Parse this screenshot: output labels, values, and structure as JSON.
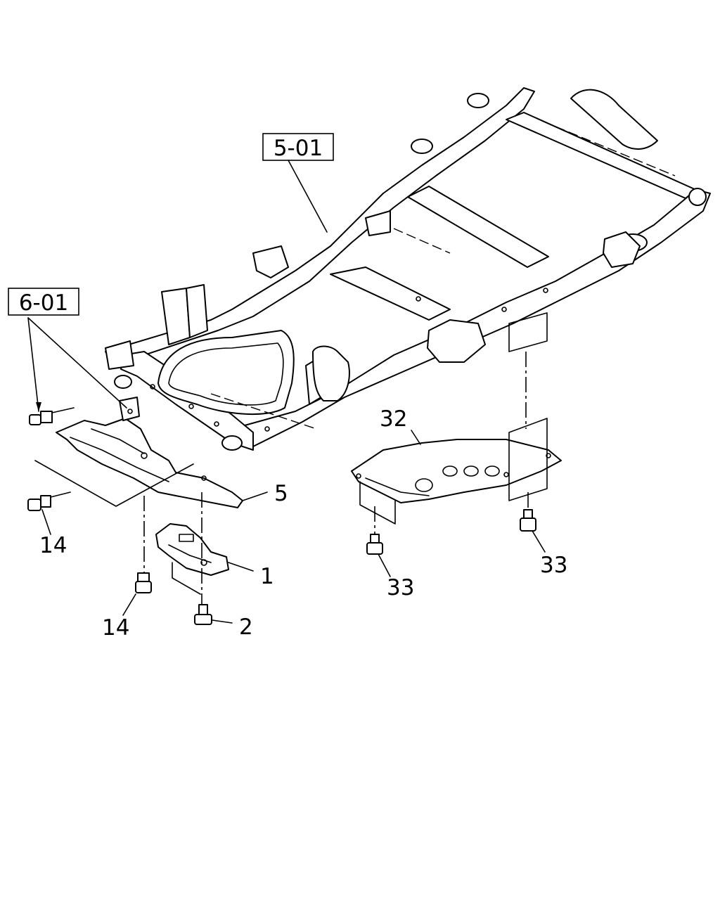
{
  "diagram": {
    "ref_boxes": [
      {
        "id": "ref-5-01",
        "text": "5-01"
      },
      {
        "id": "ref-6-01",
        "text": "6-01"
      }
    ],
    "callouts": {
      "c5": "5",
      "c1": "1",
      "c2": "2",
      "c14a": "14",
      "c14b": "14",
      "c32": "32",
      "c33a": "33",
      "c33b": "33"
    }
  }
}
